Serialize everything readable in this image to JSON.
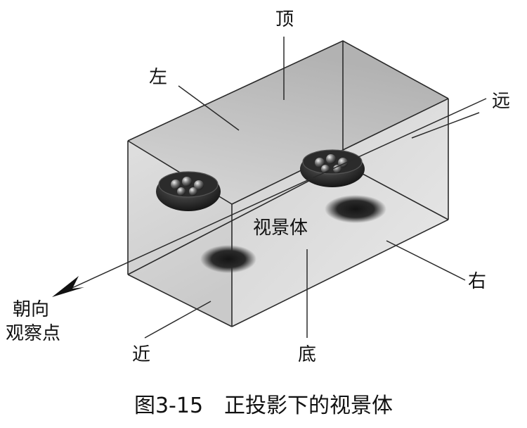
{
  "labels": {
    "top": "顶",
    "left": "左",
    "far": "远",
    "volume": "视景体",
    "right": "右",
    "toward_viewpoint_line1": "朝向",
    "toward_viewpoint_line2": "观察点",
    "near": "近",
    "bottom": "底"
  },
  "caption": "图3-15　正投影下的视景体"
}
